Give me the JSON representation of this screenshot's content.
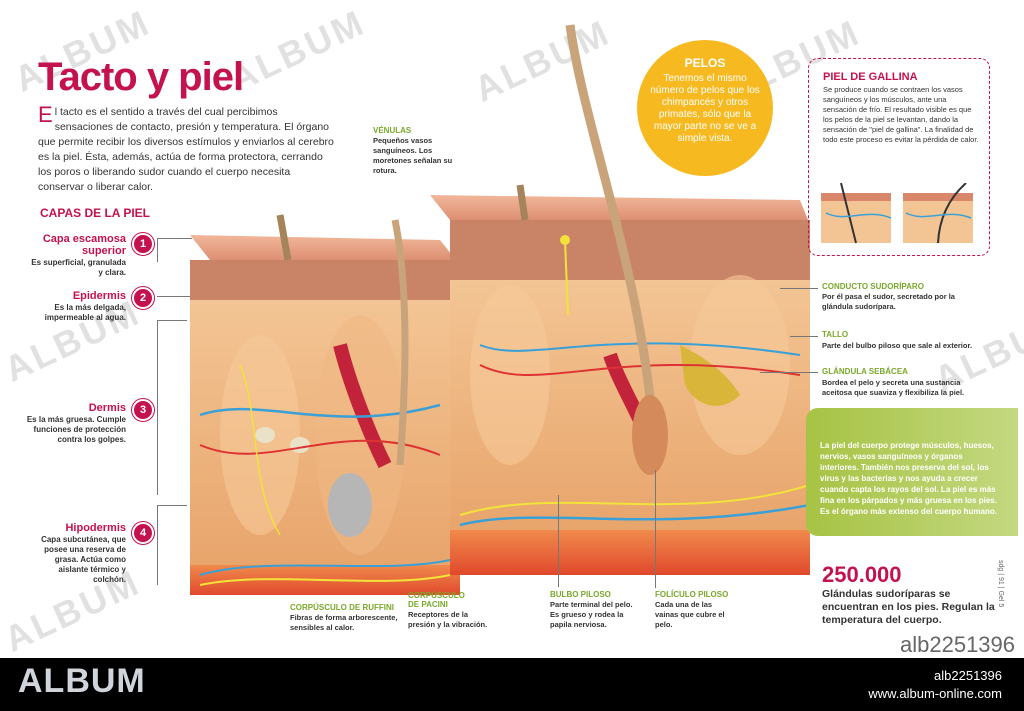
{
  "title": "Tacto y piel",
  "intro": {
    "initial": "E",
    "text": "l tacto es el sentido a través del cual percibimos sensaciones de contacto, presión y temperatura. El órgano que permite recibir los diversos estímulos y enviarlos al cerebro es la piel. Ésta, además, actúa de forma protectora, cerrando los poros o liberando sudor cuando el cuerpo necesita conservar o liberar calor."
  },
  "layers": {
    "title": "CAPAS DE LA PIEL",
    "items": [
      {
        "num": "1",
        "name": "Capa escamosa superior",
        "desc": "Es superficial, granulada y clara."
      },
      {
        "num": "2",
        "name": "Epidermis",
        "desc": "Es la más delgada, impermeable al agua."
      },
      {
        "num": "3",
        "name": "Dermis",
        "desc": "Es la más gruesa. Cumple funciones de protección contra los golpes."
      },
      {
        "num": "4",
        "name": "Hipodermis",
        "desc": "Capa subcutánea, que posee una reserva de grasa. Actúa como aislante térmico y colchón."
      }
    ]
  },
  "callouts": {
    "venulas": {
      "title": "VÉNULAS",
      "desc": "Pequeños vasos sanguíneos. Los moretones señalan su rotura."
    },
    "conducto": {
      "title": "CONDUCTO SUDORÍPARO",
      "desc": "Por él pasa el sudor, secretado por la glándula sudorípara."
    },
    "tallo": {
      "title": "TALLO",
      "desc": "Parte del bulbo piloso que sale al exterior."
    },
    "glandula": {
      "title": "GLÁNDULA SEBÁCEA",
      "desc": "Bordea el pelo y secreta una sustancia aceitosa que suaviza y flexibiliza la piel."
    },
    "ruffini": {
      "title": "CORPÚSCULO DE RUFFINI",
      "desc": "Fibras de forma arborescente, sensibles al calor."
    },
    "pacini": {
      "title": "CORPÚSCULO DE PACINI",
      "desc": "Receptores de la presión y la vibración."
    },
    "bulbo": {
      "title": "BULBO PILOSO",
      "desc": "Parte terminal del pelo. Es grueso y rodea la papila nerviosa."
    },
    "foliculo": {
      "title": "FOLÍCULO PILOSO",
      "desc": "Cada una de las vainas que cubre el pelo."
    }
  },
  "pelos": {
    "title": "PELOS",
    "desc": "Tenemos el mismo número de pelos que los chimpancés y otros primates, sólo que la mayor parte no se ve a simple vista."
  },
  "gallina": {
    "title": "PIEL DE GALLINA",
    "desc": "Se produce cuando se contraen los vasos sanguíneos y los músculos, ante una sensación de frío. El resultado visible es que los pelos de la piel se levantan, dando la sensación de \"piel de gallina\". La finalidad de todo este proceso es evitar la pérdida de calor."
  },
  "protect": "La piel del cuerpo protege músculos, huesos, nervios, vasos sanguíneos y órganos interiores. También nos preserva del sol, los virus y las bacterias y nos ayuda a crecer cuando capta los rayos del sol. La piel es más fina en los párpados y más gruesa en los pies. Es el órgano más extenso del cuerpo humano.",
  "stat": {
    "value": "250.000",
    "desc": "Glándulas sudoríparas se encuentran en los pies. Regulan la temperatura del cuerpo."
  },
  "credit": "sdg | 91 | Gel 5",
  "watermark": "ALBUM",
  "watermark_id": "alb2251396",
  "footer": {
    "logo": "ALBUM",
    "id": "alb2251396",
    "url": "www.album-online.com"
  },
  "colors": {
    "accent": "#c4124f",
    "green": "#7aa82a",
    "yellow": "#f7b920",
    "skin": "#e9a679"
  }
}
